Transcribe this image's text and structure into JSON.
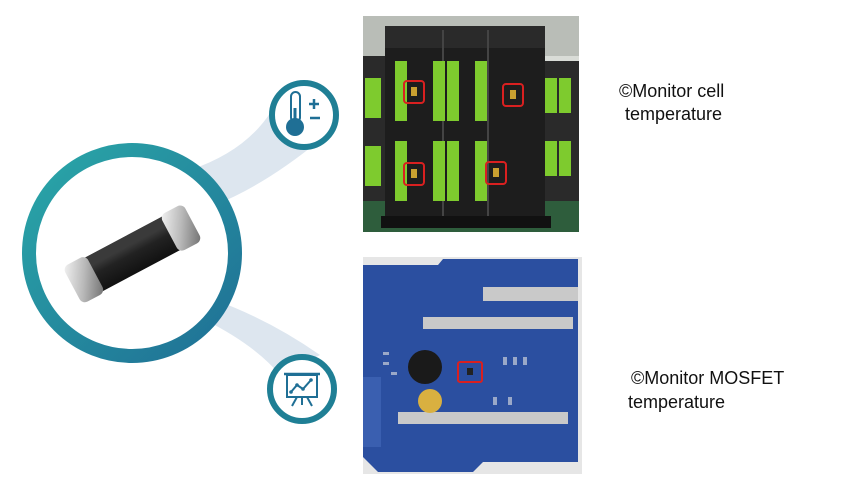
{
  "captions": {
    "cell_line1": "©Monitor cell",
    "cell_line2": "temperature",
    "mosfet_line1": "©Monitor MOSFET",
    "mosfet_line2": "temperature"
  },
  "icons": {
    "top": "thermometer-plus-minus-icon",
    "bottom": "presentation-chart-icon"
  },
  "colors": {
    "ring_dark": "#1f7f95",
    "ring_light": "#2aa7a8",
    "connector": "#dde6ef",
    "highlight_box": "#d92020",
    "battery_green": "#7ecb2e",
    "pcb_blue": "#2b4fa0"
  }
}
